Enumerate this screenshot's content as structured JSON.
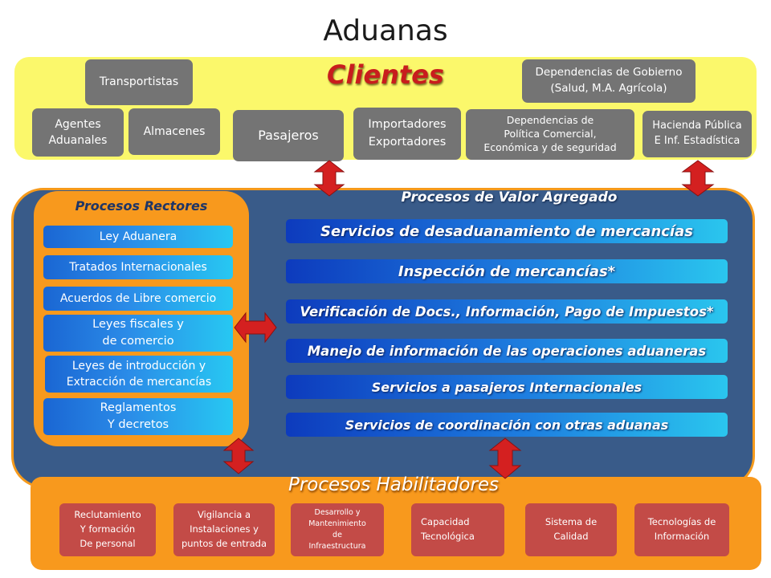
{
  "title": "Aduanas",
  "clientes": {
    "label": "Clientes",
    "boxes": [
      "Transportistas",
      "Dependencias de Gobierno\n(Salud, M.A. Agrícola)",
      "Agentes\nAduanales",
      "Almacenes",
      "Pasajeros",
      "Importadores\nExportadores",
      "Dependencias de\nPolítica Comercial,\nEconómica y de seguridad",
      "Hacienda Pública\nE Inf. Estadística"
    ]
  },
  "procesos_rectores": {
    "title": "Procesos Rectores",
    "items": [
      "Ley Aduanera",
      "Tratados Internacionales",
      "Acuerdos de Libre comercio",
      "Leyes fiscales y\nde comercio",
      "Leyes de introducción y\nExtracción de mercancías",
      "Reglamentos\nY decretos"
    ]
  },
  "procesos_valor_agregado": {
    "title": "Procesos de Valor Agregado",
    "items": [
      "Servicios de desaduanamiento de mercancías",
      "Inspección de mercancías*",
      "Verificación de Docs., Información, Pago de Impuestos*",
      "Manejo de información de las operaciones aduaneras",
      "Servicios a pasajeros Internacionales",
      "Servicios de coordinación con otras aduanas"
    ]
  },
  "procesos_habilitadores": {
    "title": "Procesos Habilitadores",
    "items": [
      "Reclutamiento\nY formación\nDe personal",
      "Vigilancia a\nInstalaciones y\npuntos de entrada",
      "Desarrollo y\nMantenimiento\nde\nInfraestructura",
      "Capacidad\nTecnológica",
      "Sistema de\nCalidad",
      "Tecnologías de\nInformación"
    ]
  },
  "colors": {
    "clients_band": "#fbf86b",
    "client_box": "#747474",
    "core_panel": "#395b89",
    "orange": "#f8991d",
    "enabler_box": "#c34b47",
    "arrow": "#d42020"
  }
}
